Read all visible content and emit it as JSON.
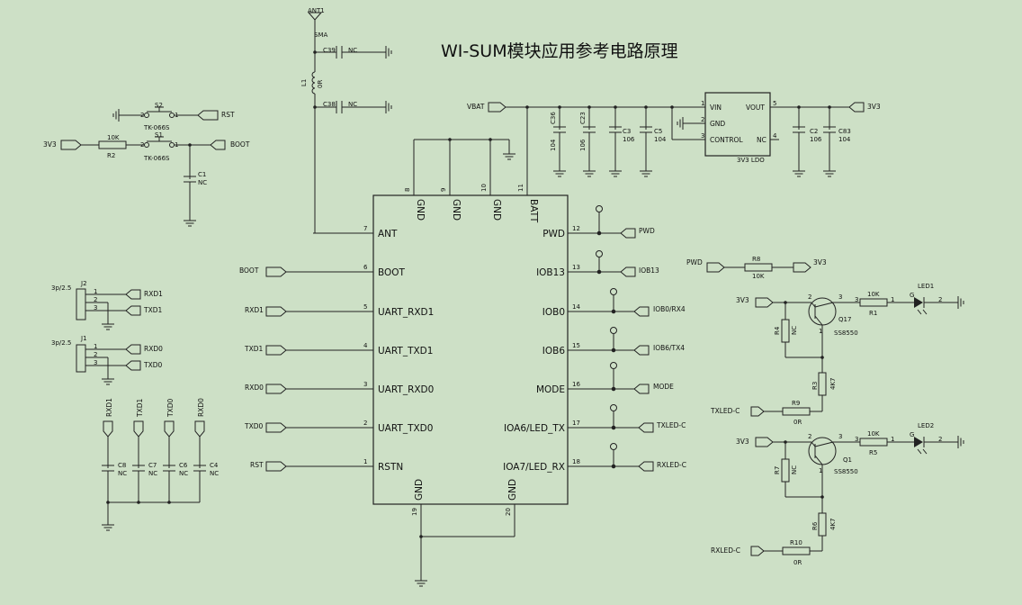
{
  "title": "WI-SUM模块应用参考电路原理",
  "module": {
    "left_pins": [
      {
        "num": "7",
        "name": "ANT"
      },
      {
        "num": "6",
        "name": "BOOT"
      },
      {
        "num": "5",
        "name": "UART_RXD1"
      },
      {
        "num": "4",
        "name": "UART_TXD1"
      },
      {
        "num": "3",
        "name": "UART_RXD0"
      },
      {
        "num": "2",
        "name": "UART_TXD0"
      },
      {
        "num": "1",
        "name": "RSTN"
      }
    ],
    "right_pins": [
      {
        "num": "12",
        "name": "PWD"
      },
      {
        "num": "13",
        "name": "IOB13"
      },
      {
        "num": "14",
        "name": "IOB0"
      },
      {
        "num": "15",
        "name": "IOB6"
      },
      {
        "num": "16",
        "name": "MODE"
      },
      {
        "num": "17",
        "name": "IOA6/LED_TX"
      },
      {
        "num": "18",
        "name": "IOA7/LED_RX"
      }
    ],
    "top_pins": [
      {
        "num": "8",
        "name": "GND"
      },
      {
        "num": "9",
        "name": "GND"
      },
      {
        "num": "10",
        "name": "GND"
      },
      {
        "num": "11",
        "name": "BATT"
      }
    ],
    "bottom_pins": [
      {
        "num": "19",
        "name": "GND"
      },
      {
        "num": "20",
        "name": "GND"
      }
    ]
  },
  "left_nets": [
    "BOOT",
    "RXD1",
    "TXD1",
    "RXD0",
    "TXD0",
    "RST"
  ],
  "right_nets": [
    "PWD",
    "IOB13",
    "IOB0/RX4",
    "IOB6/TX4",
    "MODE",
    "TXLED-C",
    "RXLED-C"
  ],
  "antenna": {
    "ref": "ANT1",
    "type": "SMA",
    "c39": "C39",
    "c39_val": "NC",
    "l1": "L1",
    "l1_val": "0R",
    "c38": "C38",
    "c38_val": "NC"
  },
  "switches": {
    "s2": "S2",
    "s1": "S1",
    "model": "TK-066S",
    "rst_net": "RST",
    "boot_net": "BOOT",
    "vcc": "3V3",
    "r2": "R2",
    "r2_val": "10K",
    "c1": "C1",
    "c1_val": "NC",
    "pin1": "1",
    "pin2": "2"
  },
  "power": {
    "vbat": "VBAT",
    "caps_in": [
      {
        "ref": "C36",
        "val": "104"
      },
      {
        "ref": "C23",
        "val": "106"
      },
      {
        "ref": "C3",
        "val": "106"
      },
      {
        "ref": "C5",
        "val": "104"
      }
    ],
    "ldo": {
      "vin": "VIN",
      "gnd": "GND",
      "control": "CONTROL",
      "vout": "VOUT",
      "nc": "NC",
      "label": "3V3  LDO",
      "p1": "1",
      "p2": "2",
      "p3": "3",
      "p4": "4",
      "p5": "5"
    },
    "caps_out": [
      {
        "ref": "C2",
        "val": "106"
      },
      {
        "ref": "C83",
        "val": "104"
      }
    ],
    "out_net": "3V3"
  },
  "headers": {
    "j2": "J2",
    "j1": "J1",
    "pitch": "3p/2.5",
    "pins": [
      "1",
      "2",
      "3"
    ],
    "j2_nets": [
      "RXD1",
      "TXD1"
    ],
    "j1_nets": [
      "RXD0",
      "TXD0"
    ]
  },
  "filter_caps": [
    {
      "net": "RXD1",
      "ref": "C8",
      "val": "NC"
    },
    {
      "net": "TXD1",
      "ref": "C7",
      "val": "NC"
    },
    {
      "net": "TXD0",
      "ref": "C6",
      "val": "NC"
    },
    {
      "net": "RXD0",
      "ref": "C4",
      "val": "NC"
    }
  ],
  "pwd_circuit": {
    "net_left": "PWD",
    "ref": "R8",
    "val": "10K",
    "net_right": "3V3"
  },
  "led_tx": {
    "vcc": "3V3",
    "q": "Q17",
    "q_type": "SS8550",
    "r4": "R4",
    "r4_val": "NC",
    "r3": "R3",
    "r3_val": "4K7",
    "r1": "R1",
    "r1_val": "10K",
    "led": "LED1",
    "g": "G",
    "p2": "2",
    "r9": "R9",
    "r9_val": "0R",
    "net": "TXLED-C",
    "qp1": "1",
    "qp2": "2",
    "qp3": "3",
    "rp1": "1",
    "rp3": "3"
  },
  "led_rx": {
    "vcc": "3V3",
    "q": "Q1",
    "q_type": "SS8550",
    "r7": "R7",
    "r7_val": "NC",
    "r6": "R6",
    "r6_val": "4K7",
    "r5": "R5",
    "r5_val": "10K",
    "led": "LED2",
    "g": "G",
    "p2": "2",
    "r10": "R10",
    "r10_val": "0R",
    "net": "RXLED-C",
    "qp1": "1",
    "qp2": "2",
    "qp3": "3",
    "rp1": "1",
    "rp3": "3"
  }
}
